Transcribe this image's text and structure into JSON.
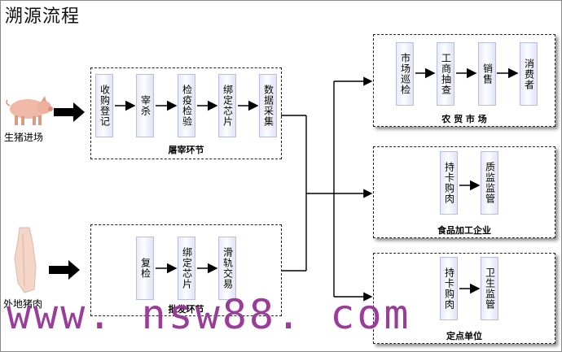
{
  "title": "溯源流程",
  "inputs": {
    "live_pig": "生猪进场",
    "outside_pork": "外地猪肉"
  },
  "slaughter": {
    "caption": "屠宰环节",
    "steps": [
      "收购登记",
      "宰杀",
      "检疫检验",
      "绑定芯片",
      "数据采集"
    ]
  },
  "wholesale": {
    "caption": "批发环节",
    "steps": [
      "复检",
      "绑定芯片",
      "滑轨交易"
    ]
  },
  "market": {
    "caption": "农 贸 市 场",
    "steps": [
      "市场巡检",
      "工商抽查",
      "销售",
      "消费者"
    ]
  },
  "food_company": {
    "caption": "食品加工企业",
    "steps": [
      "持卡购肉",
      "质监监管"
    ]
  },
  "designated_unit": {
    "caption": "定点单位",
    "steps": [
      "持卡购肉",
      "卫生监管"
    ]
  },
  "watermark": "www. nsw88. com",
  "colors": {
    "step_border": "#b7bedf",
    "watermark": "#9a3d9a"
  }
}
